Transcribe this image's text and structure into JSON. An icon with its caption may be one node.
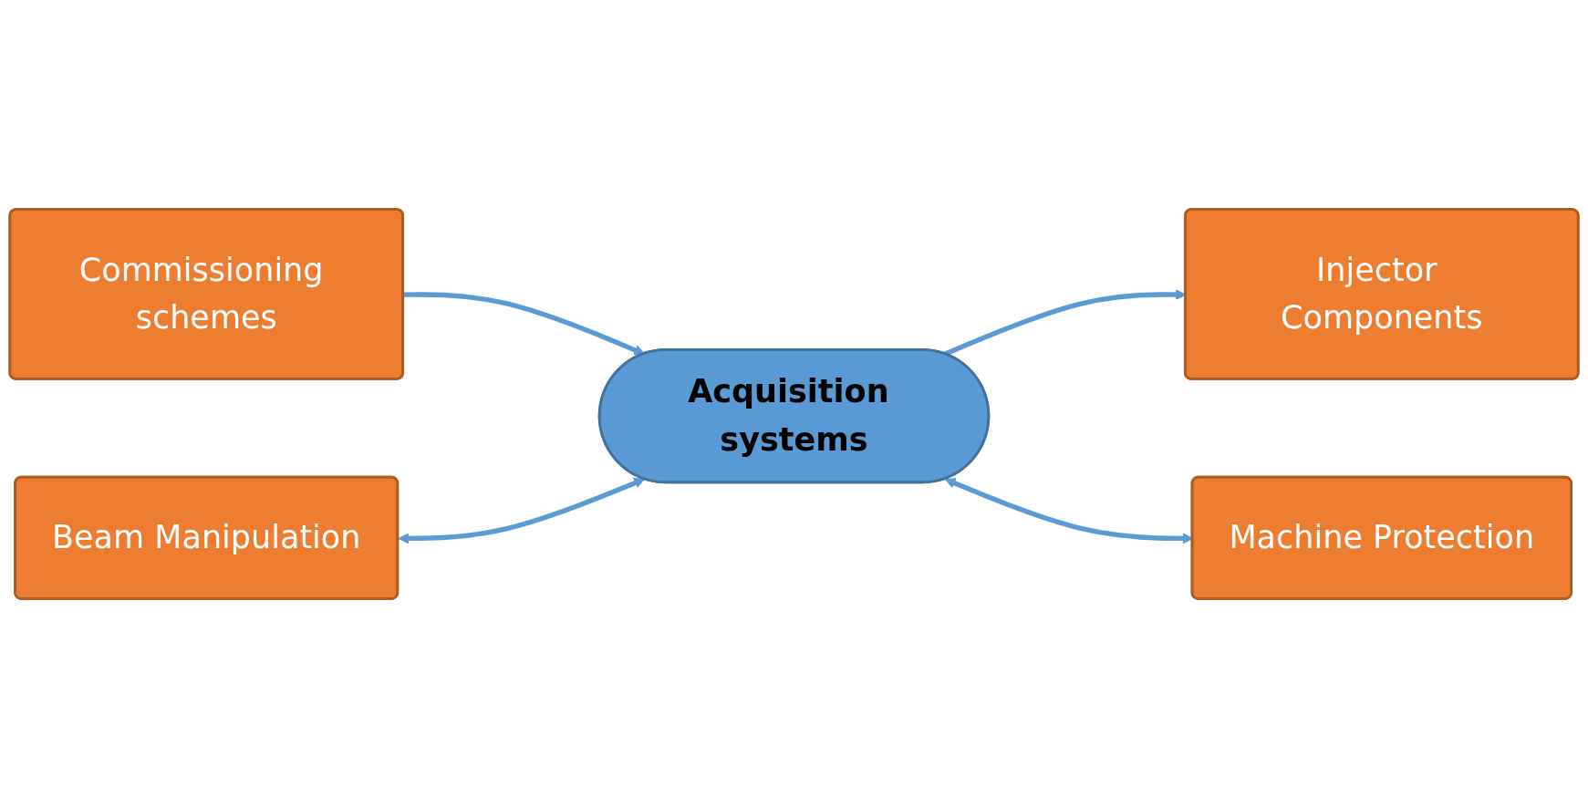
{
  "diagram": {
    "nodes": [
      {
        "text": [
          "Commissioning schemes"
        ]
      },
      {
        "text": [
          "Beam Manipulation"
        ]
      },
      {
        "text": [
          "Acquisition systems"
        ]
      },
      {
        "text": [
          "Injector Components"
        ]
      },
      {
        "text": [
          "Machine Protection"
        ]
      }
    ],
    "edges": [
      {
        "from": 0,
        "to": 2,
        "arrow": "to"
      },
      {
        "from": 1,
        "to": 2,
        "arrow": "both"
      },
      {
        "from": 2,
        "to": 3,
        "arrow": "to"
      },
      {
        "from": 2,
        "to": 4,
        "arrow": "both"
      }
    ]
  }
}
